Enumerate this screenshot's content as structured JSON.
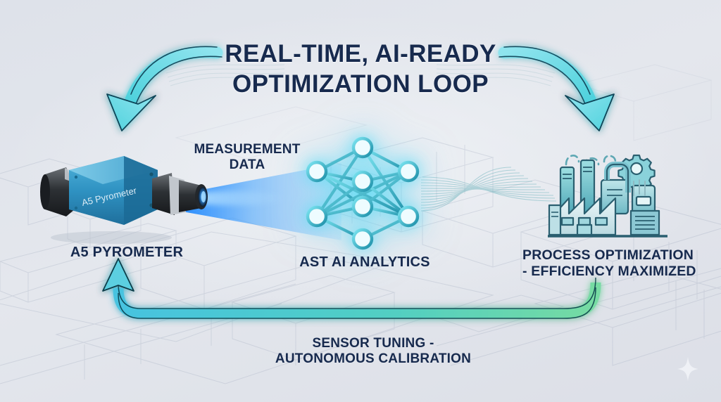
{
  "title": "REAL-TIME, AI-READY OPTIMIZATION LOOP",
  "title_line1": "REAL-TIME, AI-READY",
  "title_line2": "OPTIMIZATION LOOP",
  "labels": {
    "measurement_line1": "MEASUREMENT",
    "measurement_line2": "DATA",
    "pyrometer": "A5 PYROMETER",
    "ai_analytics": "AST AI ANALYTICS",
    "process_line1": "PROCESS OPTIMIZATION",
    "process_line2": "- EFFICIENCY MAXIMIZED",
    "feedback_line1": "SENSOR TUNING -",
    "feedback_line2": "AUTONOMOUS CALIBRATION"
  },
  "device": {
    "body_text": "A5 Pyrometer"
  },
  "icons": {
    "pyrometer": "camera-pyrometer-icon",
    "network": "neural-network-icon",
    "factory": "factory-icon",
    "gear": "gear-icon",
    "sparkle": "sparkle-icon",
    "beam": "light-beam-icon",
    "arrow_left": "curved-arrow-down-left-icon",
    "arrow_right": "curved-arrow-down-right-icon",
    "arrow_feedback": "feedback-arrow-up-left-icon"
  },
  "colors": {
    "background": "#dfe3ea",
    "text_navy": "#172a4e",
    "accent_cyan": "#4ecfe0",
    "accent_teal": "#2196ad",
    "accent_green": "#6fdc9b",
    "device_blue": "#2f8fc4",
    "beam_blue": "#1a82ff"
  }
}
